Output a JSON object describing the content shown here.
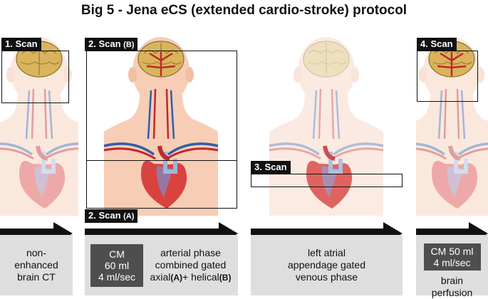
{
  "title": "Big 5 - Jena eCS (extended cardio-stroke) protocol",
  "scans": {
    "scan1": "1. Scan",
    "scan2b_main": "2. Scan",
    "scan2b_sub": "(B)",
    "scan2a_main": "2. Scan",
    "scan2a_sub": "(A)",
    "scan3": "3. Scan",
    "scan4": "4. Scan"
  },
  "phases": {
    "p1": {
      "line1": "non-",
      "line2": "enhanced",
      "line3": "brain CT"
    },
    "p2": {
      "cm_line1": "CM",
      "cm_line2": "60 ml",
      "cm_line3": "4 ml/sec",
      "line1": "arterial phase",
      "line2": "combined gated",
      "line3a": "axial",
      "line3b": "(A)",
      "line3c": "+ helical",
      "line3d": "(B)"
    },
    "p3": {
      "line1": "left atrial",
      "line2": "appendage gated",
      "line3": "venous phase"
    },
    "p4": {
      "cm_line1": "CM 50 ml",
      "cm_line2": "4 ml/sec",
      "line1": "brain",
      "line2": "perfusion"
    }
  },
  "colors": {
    "skin": "#f7cdb6",
    "brain": "#d9b45c",
    "artery": "#c0282a",
    "vein": "#2f5ea8",
    "heart": "#d8433f"
  }
}
